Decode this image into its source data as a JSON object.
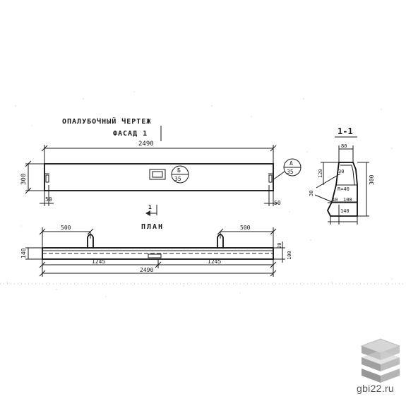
{
  "title": "ОПАЛУБОЧНЫЙ ЧЕРТЕЖ",
  "facade_label": "ФАСАД 1",
  "plan_label": "ПЛАН",
  "section_label": "1-1",
  "section_mark": "1",
  "callout_a": {
    "letter": "А",
    "sheet": "35"
  },
  "callout_b": {
    "letter": "Б",
    "sheet": "35"
  },
  "dims": {
    "total_length": "2490",
    "height": "300",
    "end_left": "50",
    "end_right": "50",
    "plan_width": "140",
    "loop_offset_left": "500",
    "loop_offset_right": "500",
    "half_left": "1245",
    "half_right": "1245",
    "plan_total": "2490",
    "plan_right_top": "20",
    "plan_right_bottom": "100"
  },
  "section_dims": {
    "top": "80",
    "height": "300",
    "left_upper": "120",
    "chamfer": "30",
    "radius": "R=40",
    "left_lower": "30",
    "bottom_a": "40",
    "bottom_b": "100",
    "bottom_total": "140"
  },
  "watermark": {
    "text": "gbi22.ru",
    "icon": "layers-logo-icon"
  }
}
